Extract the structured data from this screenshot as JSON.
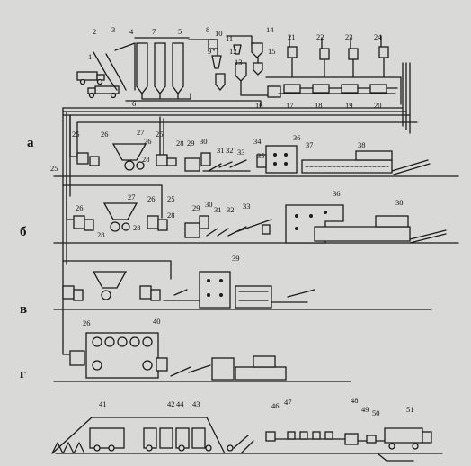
{
  "section_labels": [
    "а",
    "б",
    "в",
    "г"
  ],
  "numbers": {
    "n1": "1",
    "n2": "2",
    "n3": "3",
    "n4": "4",
    "n5": "5",
    "n6": "6",
    "n7": "7",
    "n8": "8",
    "n9": "9",
    "n10": "10",
    "n11": "11",
    "n12": "12",
    "n13": "13",
    "n14": "14",
    "n15": "15",
    "n16": "16",
    "n17": "17",
    "n18": "18",
    "n19": "19",
    "n20": "20",
    "n21": "21",
    "n22": "22",
    "n23": "23",
    "n24": "24",
    "n25": "25",
    "n26": "26",
    "n27": "27",
    "n28": "28",
    "n29": "29",
    "n30": "30",
    "n31": "31",
    "n32": "32",
    "n33": "33",
    "n34": "34",
    "n35": "35",
    "n36": "36",
    "n37": "37",
    "n38": "38",
    "n39": "39",
    "n40": "40",
    "n41": "41",
    "n42": "42",
    "n43": "43",
    "n44": "44",
    "n46": "46",
    "n47": "47",
    "n48": "48",
    "n49": "49",
    "n50": "50",
    "n51": "51"
  }
}
